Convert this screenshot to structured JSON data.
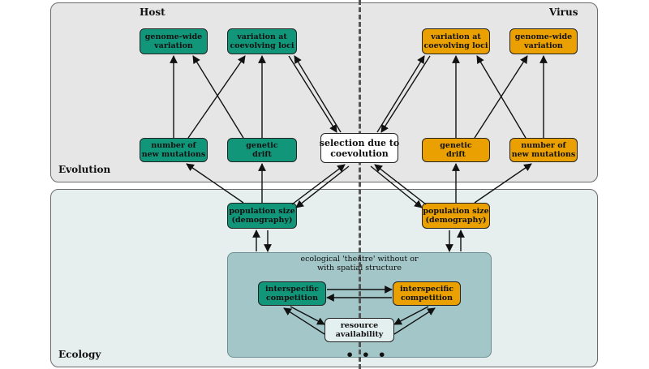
{
  "panels": {
    "evolution": "Evolution",
    "ecology": "Ecology",
    "host": "Host",
    "virus": "Virus"
  },
  "nodes": {
    "host_genome": [
      "genome-wide",
      "variation"
    ],
    "host_coevolving": [
      "variation at",
      "coevolving loci"
    ],
    "host_mutations": [
      "number of",
      "new mutations"
    ],
    "host_drift": [
      "genetic",
      "drift"
    ],
    "host_population": [
      "population size",
      "(demography)"
    ],
    "virus_coevolving": [
      "variation at",
      "coevolving loci"
    ],
    "virus_genome": [
      "genome-wide",
      "variation"
    ],
    "virus_drift": [
      "genetic",
      "drift"
    ],
    "virus_mutations": [
      "number of",
      "new mutations"
    ],
    "virus_population": [
      "population size",
      "(demography)"
    ],
    "selection": [
      "selection due to",
      "coevolution"
    ],
    "theatre": [
      "ecological 'theatre' without or",
      "with spatial structure"
    ],
    "host_competition": [
      "interspecific",
      "competition"
    ],
    "virus_competition": [
      "interspecific",
      "competition"
    ],
    "resource": [
      "resource",
      "availability"
    ]
  },
  "ellipsis": "• • •",
  "colors": {
    "host": "#11967a",
    "virus": "#e9a000",
    "evolution_panel": "#e6e6e6",
    "ecology_panel": "#e6eeee",
    "theatre": "#a3c6c8"
  }
}
